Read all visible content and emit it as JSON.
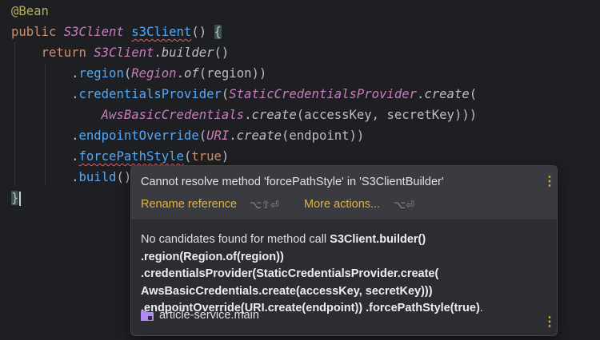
{
  "editor": {
    "lines": [
      {
        "segments": [
          {
            "text": "@Bean",
            "cls": "annot"
          }
        ]
      },
      {
        "segments": [
          {
            "text": "public ",
            "cls": "kw"
          },
          {
            "text": "S3Client",
            "cls": "type"
          },
          {
            "text": " ",
            "cls": "call"
          },
          {
            "text": "s3Client",
            "cls": "fn squiggle"
          },
          {
            "text": "() ",
            "cls": "call"
          },
          {
            "text": "{",
            "cls": "call brace-hl"
          }
        ]
      },
      {
        "segments": [
          {
            "text": "    ",
            "cls": "call"
          },
          {
            "text": "return ",
            "cls": "kw"
          },
          {
            "text": "S3Client",
            "cls": "type"
          },
          {
            "text": ".",
            "cls": "call"
          },
          {
            "text": "builder",
            "cls": "call static"
          },
          {
            "text": "()",
            "cls": "call"
          }
        ]
      },
      {
        "segments": [
          {
            "text": "        .",
            "cls": "call"
          },
          {
            "text": "region",
            "cls": "meth"
          },
          {
            "text": "(",
            "cls": "call"
          },
          {
            "text": "Region",
            "cls": "type"
          },
          {
            "text": ".",
            "cls": "call"
          },
          {
            "text": "of",
            "cls": "call static"
          },
          {
            "text": "(region))",
            "cls": "call"
          }
        ]
      },
      {
        "segments": [
          {
            "text": "        .",
            "cls": "call"
          },
          {
            "text": "credentialsProvider",
            "cls": "meth"
          },
          {
            "text": "(",
            "cls": "call"
          },
          {
            "text": "StaticCredentialsProvider",
            "cls": "type"
          },
          {
            "text": ".",
            "cls": "call"
          },
          {
            "text": "create",
            "cls": "call static"
          },
          {
            "text": "(",
            "cls": "call"
          }
        ]
      },
      {
        "segments": [
          {
            "text": "            ",
            "cls": "call"
          },
          {
            "text": "AwsBasicCredentials",
            "cls": "type"
          },
          {
            "text": ".",
            "cls": "call"
          },
          {
            "text": "create",
            "cls": "call static"
          },
          {
            "text": "(accessKey, secretKey)))",
            "cls": "call"
          }
        ]
      },
      {
        "segments": [
          {
            "text": "        .",
            "cls": "call"
          },
          {
            "text": "endpointOverride",
            "cls": "meth"
          },
          {
            "text": "(",
            "cls": "call"
          },
          {
            "text": "URI",
            "cls": "type"
          },
          {
            "text": ".",
            "cls": "call"
          },
          {
            "text": "create",
            "cls": "call static"
          },
          {
            "text": "(endpoint))",
            "cls": "call"
          }
        ]
      },
      {
        "segments": [
          {
            "text": "        .",
            "cls": "call"
          },
          {
            "text": "forcePathStyle",
            "cls": "meth squiggle"
          },
          {
            "text": "(",
            "cls": "call"
          },
          {
            "text": "true",
            "cls": "kw"
          },
          {
            "text": ")",
            "cls": "call"
          }
        ]
      },
      {
        "segments": [
          {
            "text": "        .",
            "cls": "call"
          },
          {
            "text": "build",
            "cls": "meth"
          },
          {
            "text": "()",
            "cls": "call"
          }
        ]
      },
      {
        "segments": [
          {
            "text": "}",
            "cls": "call caret-brace brace-hl"
          }
        ],
        "caret": true
      }
    ]
  },
  "popup": {
    "title": "Cannot resolve method 'forcePathStyle' in 'S3ClientBuilder'",
    "actions": [
      {
        "label": "Rename reference",
        "shortcut": "⌥⇧⏎"
      },
      {
        "label": "More actions...",
        "shortcut": "⌥⏎"
      }
    ],
    "body_prefix": "No candidates found for method call ",
    "body_code": [
      "S3Client.builder()",
      ".region(Region.of(region))",
      ".credentialsProvider(StaticCredentialsProvider.create(",
      "AwsBasicCredentials.create(accessKey, secretKey)))",
      ".endpointOverride(URI.create(endpoint)) .forcePathStyle(true)"
    ],
    "body_suffix": ".",
    "module": "article-service.main",
    "kebab": "⋮"
  },
  "colors": {
    "background": "#1e1f22",
    "popup_background": "#2b2d30",
    "popup_header": "#393b40",
    "action": "#e2b33c",
    "error_underline": "#f75464"
  }
}
